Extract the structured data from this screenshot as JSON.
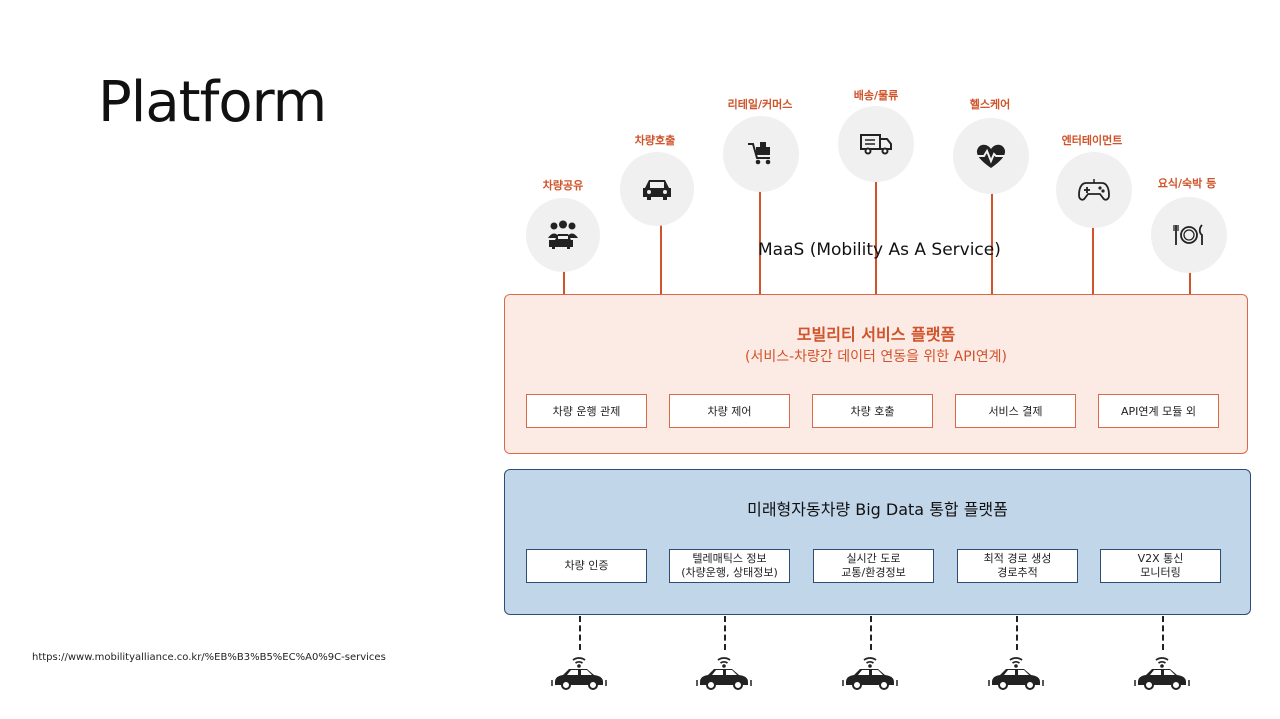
{
  "slide": {
    "title": "Platform",
    "source_url": "https://www.mobilityalliance.co.kr/%EB%B3%B5%EC%A0%9C-services"
  },
  "services": [
    {
      "label": "차량공유",
      "icon": "people-car-icon"
    },
    {
      "label": "차량호출",
      "icon": "car-front-icon"
    },
    {
      "label": "리테일/커머스",
      "icon": "shopping-cart-icon"
    },
    {
      "label": "배송/물류",
      "icon": "truck-icon"
    },
    {
      "label": "헬스케어",
      "icon": "heart-pulse-icon"
    },
    {
      "label": "엔터테이먼트",
      "icon": "gamepad-icon"
    },
    {
      "label": "요식/숙박 등",
      "icon": "plate-cutlery-icon"
    }
  ],
  "maas_label": "MaaS (Mobility As A Service)",
  "mobility_platform": {
    "title": "모빌리티 서비스 플랫폼",
    "subtitle": "(서비스-차량간 데이터 연동을 위한 API연계)",
    "modules": [
      "차량 운행 관제",
      "차량  제어",
      "차량 호출",
      "서비스 결제",
      "API연계 모듈 외"
    ]
  },
  "bigdata_platform": {
    "title": "미래형자동차량 Big Data 통합 플랫폼",
    "modules": [
      {
        "line1": "차량 인증",
        "line2": ""
      },
      {
        "line1": "텔레매틱스 정보",
        "line2": "(차량운행, 상태정보)"
      },
      {
        "line1": "실시간 도로",
        "line2": "교통/환경정보"
      },
      {
        "line1": "최적 경로 생성",
        "line2": "경로추적"
      },
      {
        "line1": "V2X 통신",
        "line2": "모니터링"
      }
    ]
  },
  "vehicles": [
    {
      "icon": "connected-car-icon"
    },
    {
      "icon": "connected-car-icon"
    },
    {
      "icon": "connected-car-icon"
    },
    {
      "icon": "connected-car-icon"
    },
    {
      "icon": "connected-car-icon"
    }
  ],
  "colors": {
    "accent_orange": "#d0532a",
    "platform_fill": "#fcebe5",
    "bigdata_fill": "#c2d6ea",
    "bigdata_border": "#2d4c73",
    "icon_circle": "#f0f0f0"
  }
}
